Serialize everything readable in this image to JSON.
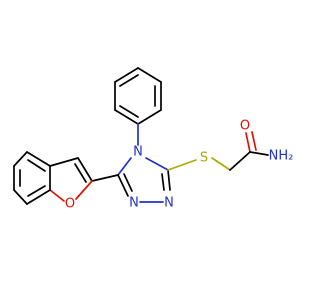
{
  "molecule": {
    "atom_labels": {
      "n1": "N",
      "n2": "N",
      "n4": "N",
      "o_furan": "O",
      "s": "S",
      "o_carbonyl": "O",
      "nh2": "NH₂"
    },
    "colors": {
      "bond": "#000000",
      "nitrogen": "#2233cc",
      "oxygen": "#dd1100",
      "sulfur": "#aaaa00"
    }
  }
}
